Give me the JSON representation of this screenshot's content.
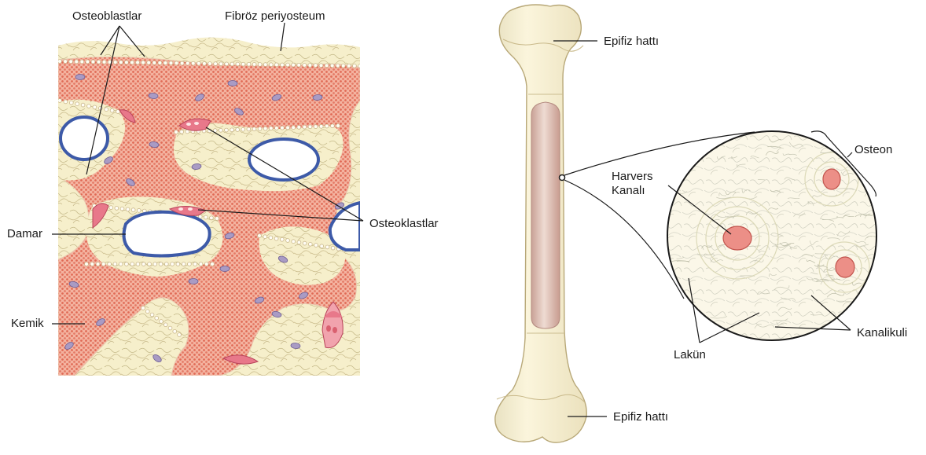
{
  "labels": {
    "osteoblasts": "Osteoblastlar",
    "periosteum": "Fibröz periyosteum",
    "osteoclasts": "Osteoklastlar",
    "vessel": "Damar",
    "bone": "Kemik",
    "epiphyseal_top": "Epifiz hattı",
    "epiphyseal_bottom": "Epifiz hattı",
    "osteon": "Osteon",
    "haversian_canal": "Harvers\nKanalı",
    "lacuna": "Lakün",
    "canaliculi": "Kanalikuli"
  },
  "colors": {
    "bone_matrix": "#f2ab96",
    "bone_dots": "#e0705c",
    "connective": "#f6efcb",
    "connective_fibers": "#c4b888",
    "vessel_wall": "#3d5aa8",
    "osteoclast": "#e8788a",
    "osteocyte": "#a99bc4",
    "long_bone": "#f8efcc",
    "long_bone_outline": "#b8a878",
    "marrow": "#d9b4aa",
    "haversian": "#ec8f87"
  }
}
